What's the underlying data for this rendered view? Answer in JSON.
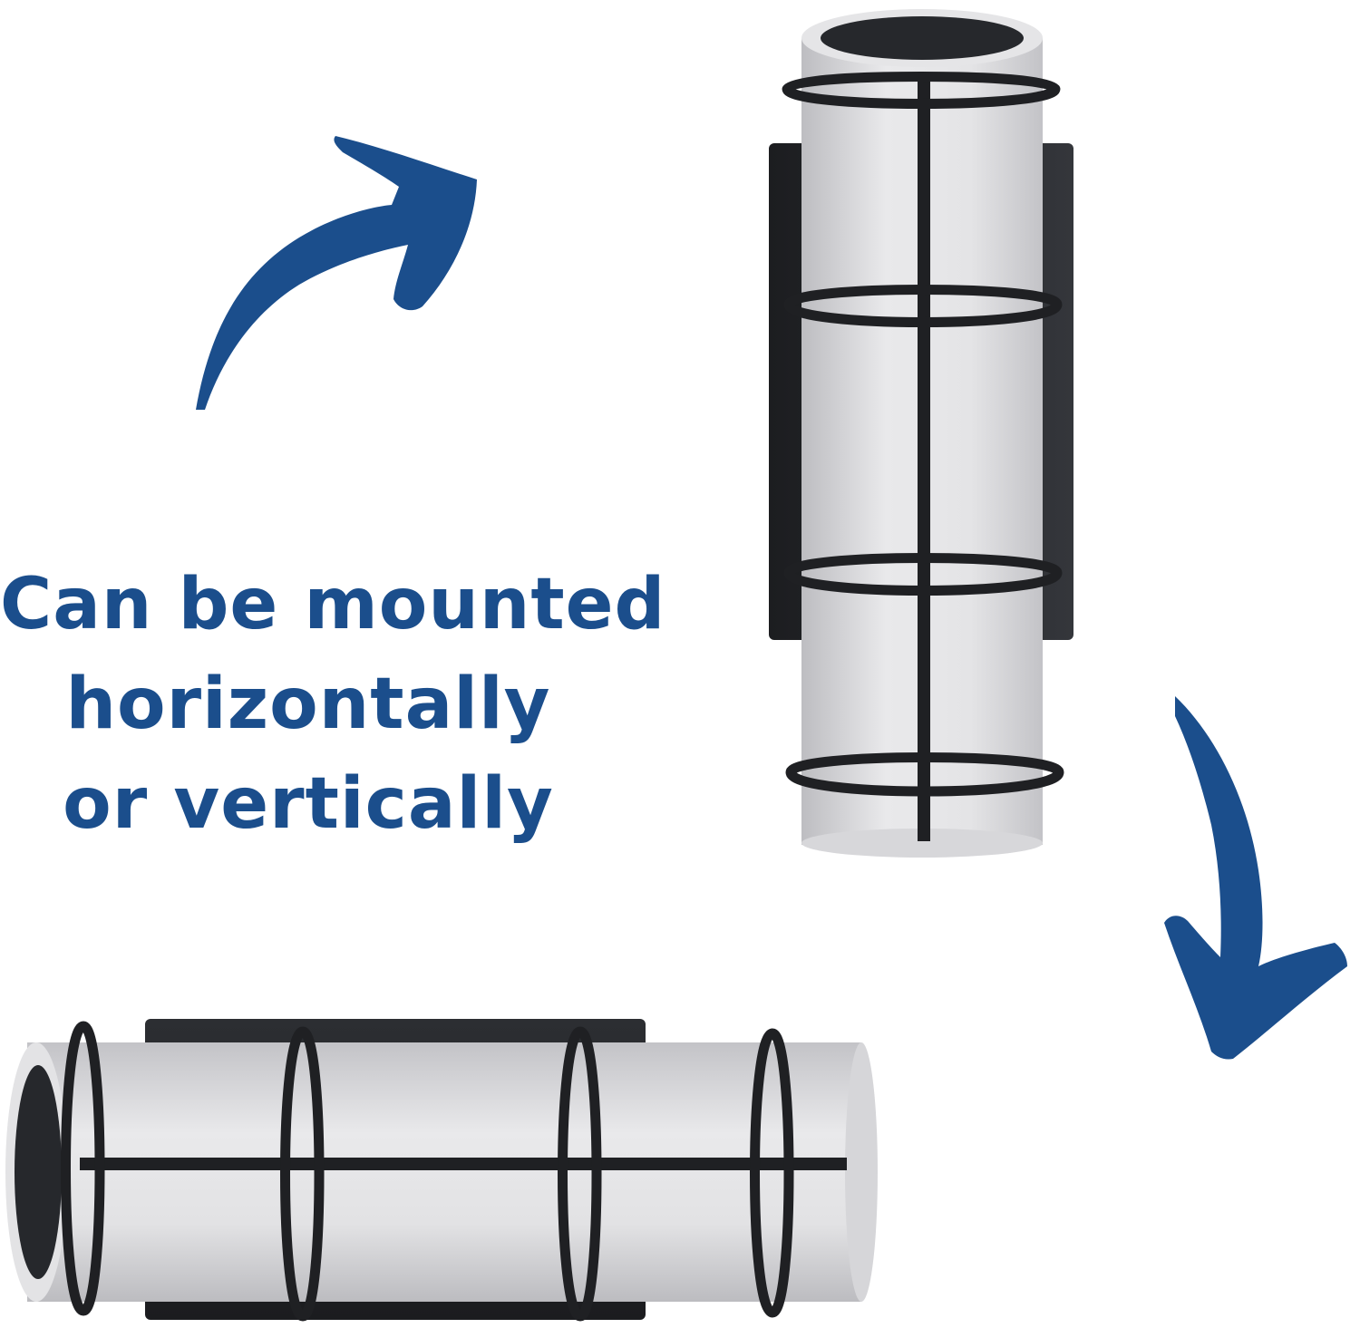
{
  "caption": {
    "lines": [
      "Can be mounted",
      "horizontally",
      "or vertically"
    ]
  },
  "colors": {
    "accent": "#1b4e8c",
    "text": "#1b4e8c",
    "fixture_frame": "#1f2023",
    "fixture_backplate": "#25272b",
    "shade_light": "#e6e6e8",
    "shade_mid": "#cfcfd2",
    "shade_dark": "#b8b8bc",
    "background": "#ffffff"
  },
  "icons": {
    "arrow_top": "curved-arrow-up-right-icon",
    "arrow_right": "curved-arrow-down-icon"
  }
}
